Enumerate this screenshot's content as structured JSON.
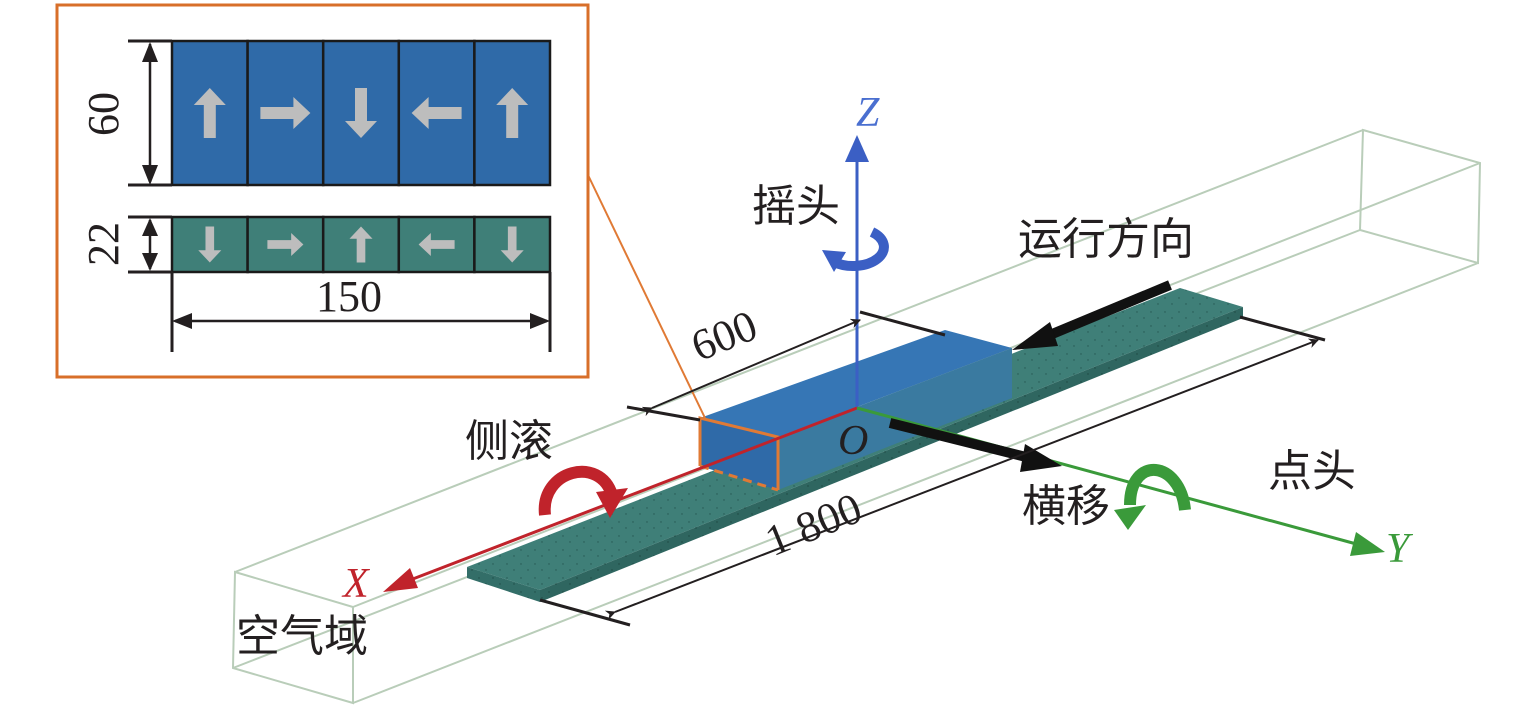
{
  "colors": {
    "magnet_blue": "#2f6aa8",
    "plate_teal": "#3f7f78",
    "inset_border": "#d86f2a",
    "arrow_gray": "#bdbdbd",
    "axis_x": "#c0232b",
    "axis_y": "#3a9a3a",
    "axis_z": "#3b5fc4",
    "air_domain": "#b9cdb9",
    "dimension": "#231f20"
  },
  "inset": {
    "magnet_height": "60",
    "plate_thickness": "22",
    "width": "150",
    "magnet_arrows": [
      "up",
      "right",
      "down",
      "left",
      "up"
    ],
    "plate_arrows": [
      "down",
      "right",
      "up",
      "left",
      "down"
    ]
  },
  "axes": {
    "origin": "O",
    "x": "X",
    "y": "Y",
    "z": "Z"
  },
  "motions": {
    "yaw": "摇头",
    "roll": "侧滚",
    "pitch": "点头",
    "sway": "横移"
  },
  "labels": {
    "travel_direction": "运行方向",
    "air_domain": "空气域"
  },
  "dimensions": {
    "magnet_length": "600",
    "plate_length": "1 800"
  }
}
